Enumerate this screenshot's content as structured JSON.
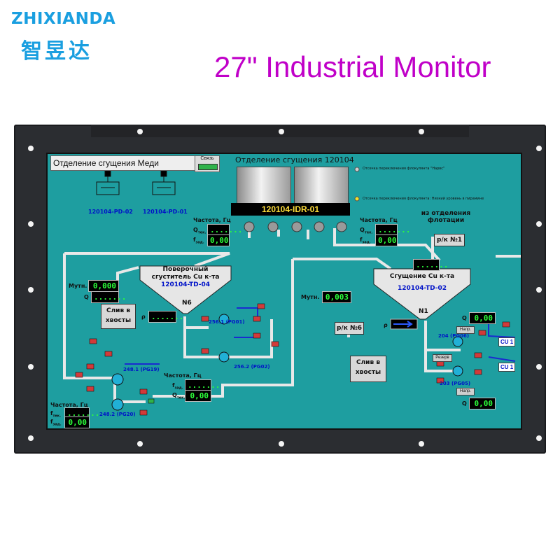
{
  "brand": {
    "name": "ZHIXIANDA",
    "name_cn": "智昱达",
    "accent": "#1a9fe0"
  },
  "headline": {
    "text": "27\" Industrial Monitor",
    "color": "#c000c8"
  },
  "scada": {
    "window_title": "Отделение сгущения Меди",
    "link_label": "Связь",
    "section_title": "Отделение сгущения 120104",
    "legend_1": "Отсечка переключения флокулянта \"Нарвс\"",
    "legend_2": "Отсечка переключения флокулянта: Низкий уровень в пирамине",
    "drum_filter": "120104-IDR-01",
    "pumps_top": [
      "120104-PD-02",
      "120104-PD-01"
    ],
    "freq_label": "Частота, Гц",
    "q_label": "Q",
    "q_sub": "тек.",
    "f_label": "f",
    "f_sub": "зад.",
    "freq_left": {
      "q": ".......",
      "f": "0,00"
    },
    "freq_right": {
      "q": ".......",
      "f": "0,00"
    },
    "flotation_label": "из отделения флотации",
    "pk1": "р/к №1",
    "pk6": "р/к №6",
    "thickener_left": {
      "line1": "Поверочный",
      "line2": "сгуститель Cu к-та",
      "tag": "120104-TD-04",
      "n": "N6"
    },
    "thickener_right": {
      "line1": "Сгущение Cu к-та",
      "tag": "120104-TD-02",
      "n": "N1"
    },
    "turbidity_label": "Мутн.",
    "turb_left": "0,000",
    "turb_right": "0,003",
    "q_left_val": ".......",
    "rho_label": "ρ",
    "rho_left_val": ".......",
    "rho_right_val": ".......",
    "slurry_left": {
      "line1": "Слив в",
      "line2": "хвосты"
    },
    "slurry_mid": {
      "line1": "Слив в",
      "line2": "хвосты"
    },
    "pumps_mid": [
      "256.1 (PG01)",
      "256.2 (PG02)"
    ],
    "pumps_left": [
      "248.1 (PG19)",
      "248.2 (PG20)"
    ],
    "pumps_right": [
      "204 (PG06)",
      "203 (PG05)"
    ],
    "freq_mid": {
      "f": "0,00",
      "q": "......."
    },
    "freq_bottom_left": {
      "q": ".......",
      "f": "0,00"
    },
    "q_right_top": "0,00",
    "q_right_bottom": "0,00",
    "napr_label": "Напр.",
    "rezerv_label": "Резерв",
    "cu1": "CU 1",
    "cu1b": "CU 1"
  }
}
